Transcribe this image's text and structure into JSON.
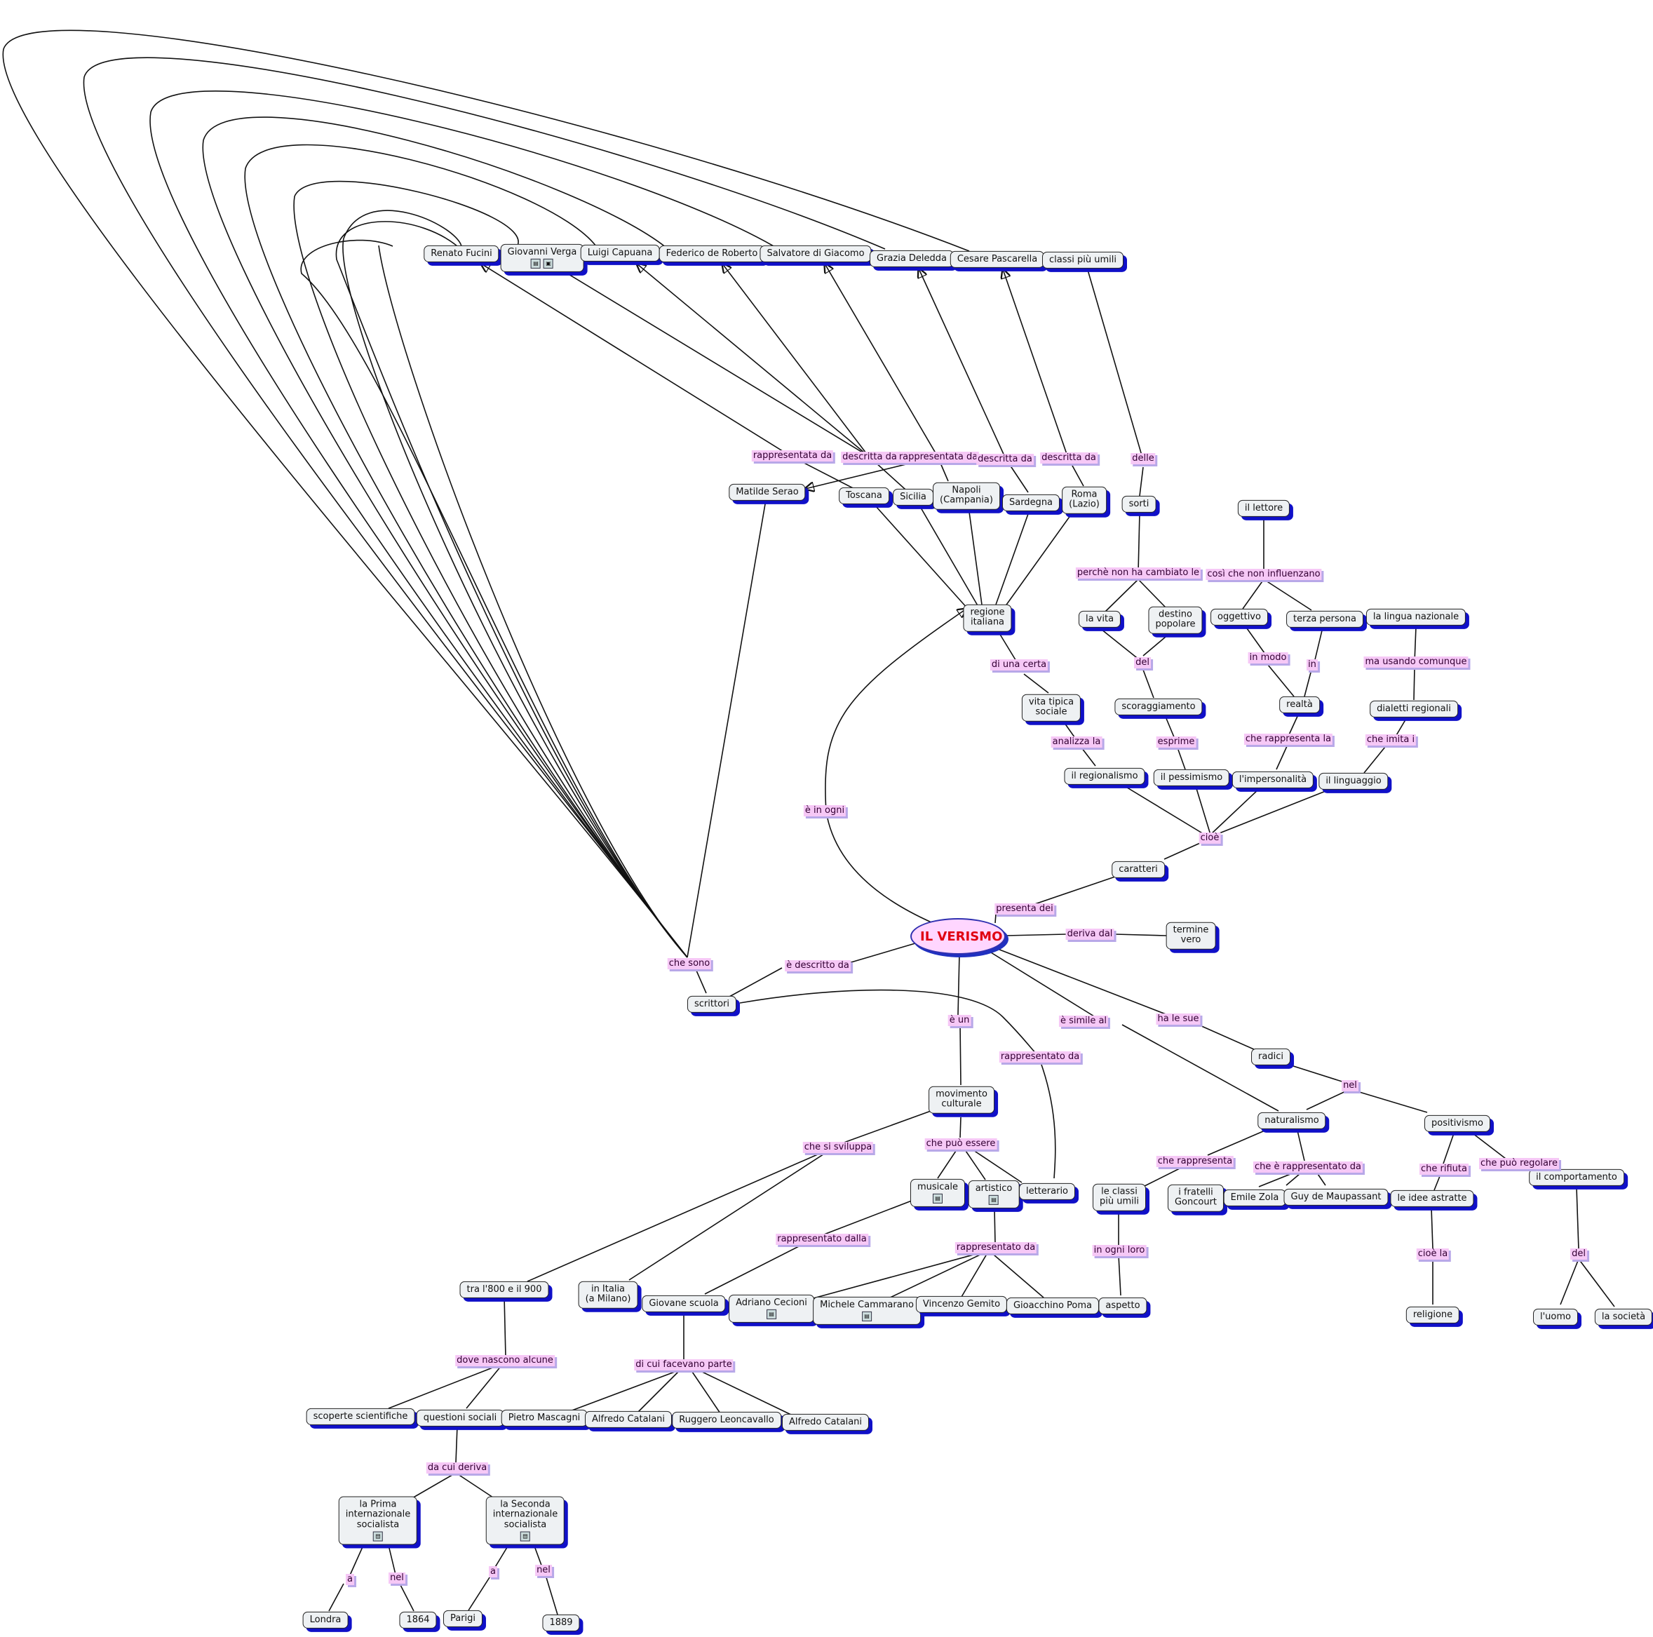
{
  "title": "IL VERISMO",
  "colors": {
    "node_fill": "#eef1f3",
    "node_shadow": "#1010c8",
    "root_fill": "#ffd6ff",
    "root_text": "#e00010",
    "link_fill": "#f6c8f6"
  },
  "nodes": {
    "root": "IL VERISMO",
    "renato_fucini": "Renato Fucini",
    "giovanni_verga": "Giovanni Verga",
    "luigi_capuana": "Luigi Capuana",
    "federico_de_roberto": "Federico de Roberto",
    "salvatore_di_giacomo": "Salvatore di Giacomo",
    "grazia_deledda": "Grazia Deledda",
    "cesare_pascarella": "Cesare Pascarella",
    "classi_piu_umili": "classi più umili",
    "matilde_serao": "Matilde Serao",
    "toscana": "Toscana",
    "sicilia": "Sicilia",
    "napoli": "Napoli\n(Campania)",
    "sardegna": "Sardegna",
    "roma": "Roma\n(Lazio)",
    "sorti": "sorti",
    "il_lettore": "il lettore",
    "la_vita": "la vita",
    "destino_popolare": "destino\npopolare",
    "oggettivo": "oggettivo",
    "terza_persona": "terza persona",
    "la_lingua_nazionale": "la lingua nazionale",
    "regione_italiana": "regione\nitaliana",
    "vita_tipica_sociale": "vita tipica\nsociale",
    "scoraggiamento": "scoraggiamento",
    "realta": "realtà",
    "dialetti_regionali": "dialetti regionali",
    "il_regionalismo": "il regionalismo",
    "il_pessimismo": "il pessimismo",
    "l_impersonalita": "l'impersonalità",
    "il_linguaggio": "il linguaggio",
    "caratteri": "caratteri",
    "termine_vero": "termine\nvero",
    "scrittori": "scrittori",
    "radici": "radici",
    "movimento_culturale": "movimento\nculturale",
    "naturalismo": "naturalismo",
    "positivismo": "positivismo",
    "musicale": "musicale",
    "artistico": "artistico",
    "letterario": "letterario",
    "le_classi_piu_umili": "le classi\npiù umili",
    "i_fratelli_goncourt": "i fratelli\nGoncourt",
    "emile_zola": "Emile Zola",
    "guy_de_maupassant": "Guy de Maupassant",
    "le_idee_astratte": "le idee astratte",
    "il_comportamento": "il comportamento",
    "tra_800_900": "tra l'800 e il 900",
    "in_italia": "in Italia\n(a Milano)",
    "giovane_scuola": "Giovane scuola",
    "adriano_cecioni": "Adriano Cecioni",
    "michele_cammarano": "Michele Cammarano",
    "vincenzo_gemito": "Vincenzo Gemito",
    "gioacchino_poma": "Gioacchino Poma",
    "aspetto": "aspetto",
    "religione": "religione",
    "l_uomo": "l'uomo",
    "la_societa": "la società",
    "scoperte_scientifiche": "scoperte scientifiche",
    "questioni_sociali": "questioni sociali",
    "pietro_mascagni": "Pietro Mascagni",
    "alfredo_catalani_1": "Alfredo Catalani",
    "ruggero_leoncavallo": "Ruggero Leoncavallo",
    "alfredo_catalani_2": "Alfredo Catalani",
    "prima_internazionale": "la Prima\ninternazionale\nsocialista",
    "seconda_internazionale": "la Seconda\ninternazionale\nsocialista",
    "londra": "Londra",
    "anno_1864": "1864",
    "parigi": "Parigi",
    "anno_1889": "1889"
  },
  "links": {
    "che_sono": "che sono",
    "e_descritto_da": "è descritto da",
    "rappresentata_da_1": "rappresentata da",
    "descritta_da_1": "descritta da",
    "rappresentata_da_2": "rappresentata da",
    "descritta_da_2": "descritta da",
    "descritta_da_3": "descritta da",
    "delle": "delle",
    "perche_non_ha_cambiato_le": "perchè non ha cambiato le",
    "cosi_che_non_influenzano": "così che non influenzano",
    "del": "del",
    "in_modo": "in modo",
    "in": "in",
    "ma_usando_comunque": "ma usando comunque",
    "di_una_certa": "di una certa",
    "esprime": "esprime",
    "che_rappresenta_la": "che rappresenta la",
    "che_imita_i": "che imita i",
    "analizza_la": "analizza la",
    "cioe": "cioè",
    "e_in_ogni": "è in ogni",
    "presenta_dei": "presenta dei",
    "deriva_dal": "deriva dal",
    "e_un": "è un",
    "e_simile_al": "è simile al",
    "ha_le_sue": "ha le sue",
    "rappresentato_da_1": "rappresentato da",
    "nel_1": "nel",
    "che_si_sviluppa": "che si sviluppa",
    "che_puo_essere": "che può essere",
    "che_rappresenta": "che rappresenta",
    "che_e_rappresentato_da": "che è rappresentato da",
    "che_rifiuta": "che rifiuta",
    "che_puo_regolare": "che può regolare",
    "rappresentato_dalla": "rappresentato dalla",
    "rappresentato_da_2": "rappresentato da",
    "in_ogni_loro": "in ogni loro",
    "cioe_la": "cioè la",
    "del_2": "del",
    "dove_nascono_alcune": "dove nascono alcune",
    "di_cui_facevano_parte": "di cui facevano parte",
    "da_cui_deriva": "da cui deriva",
    "a_1": "a",
    "nel_2": "nel",
    "a_2": "a",
    "nel_3": "nel"
  },
  "icon_names": [
    "document-icon",
    "image-icon"
  ]
}
